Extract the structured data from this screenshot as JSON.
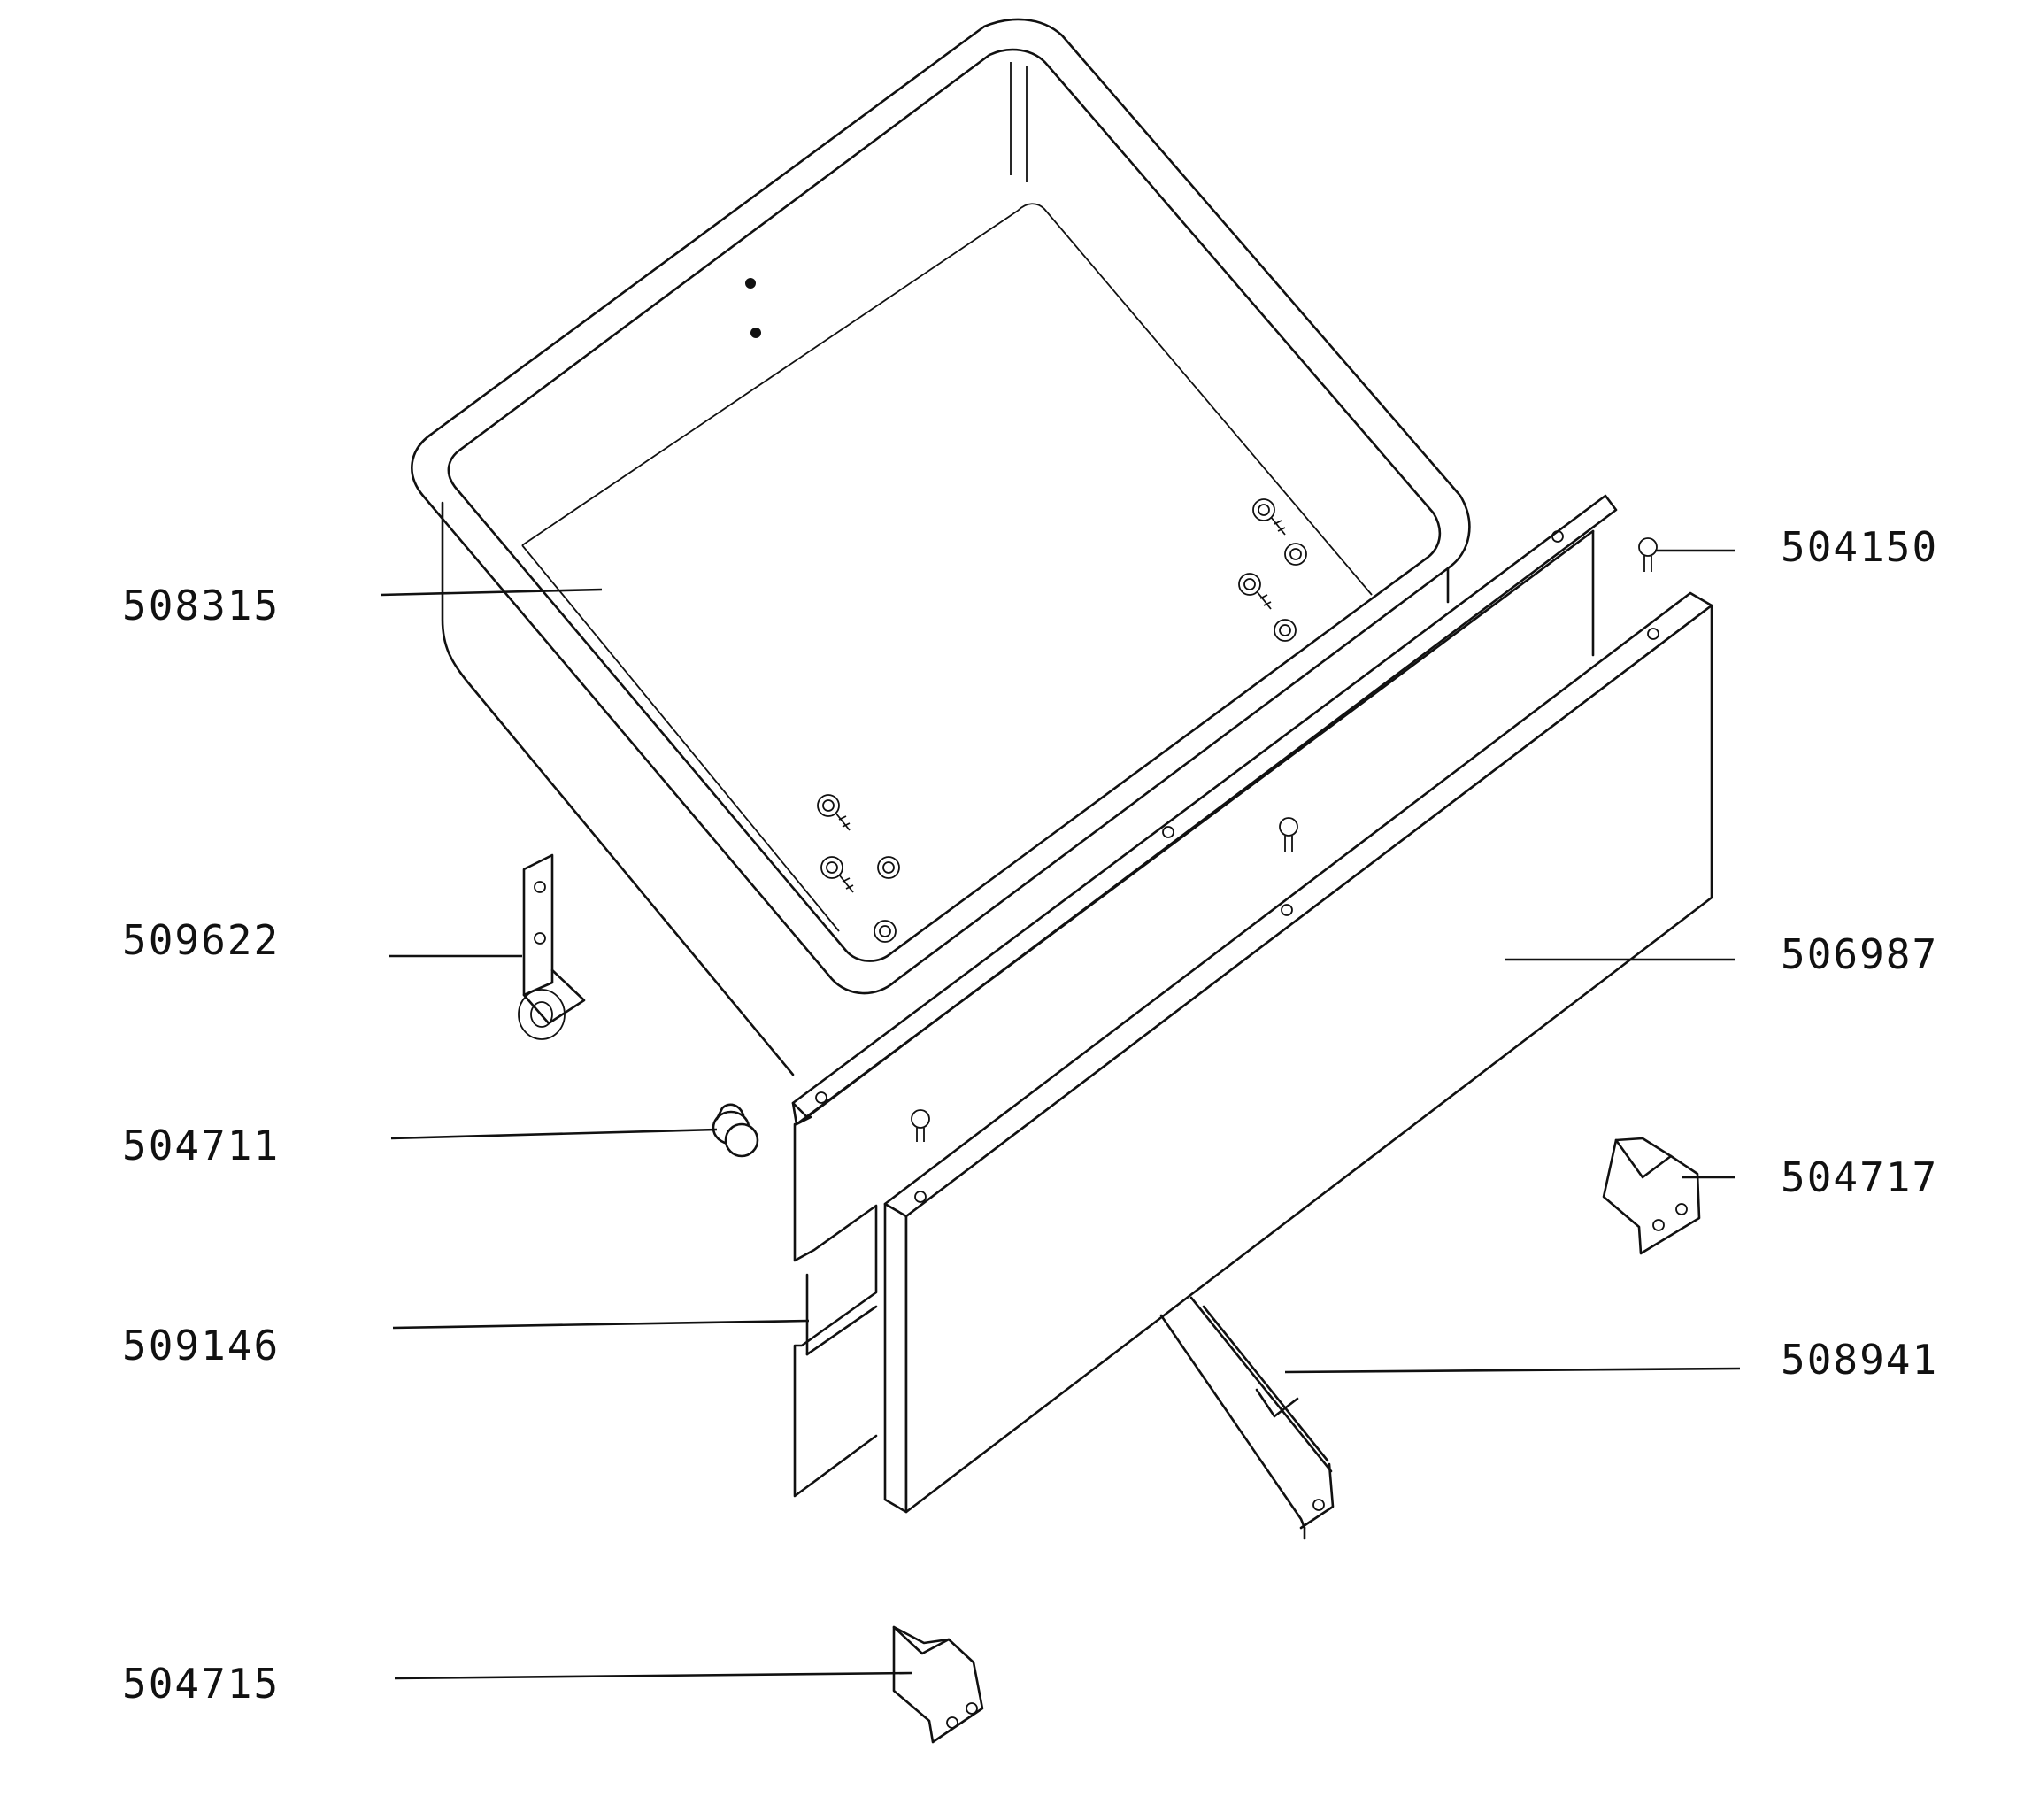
{
  "diagram": {
    "parts": [
      {
        "id": "508315",
        "label": "508315"
      },
      {
        "id": "509622",
        "label": "509622"
      },
      {
        "id": "504711",
        "label": "504711"
      },
      {
        "id": "509146",
        "label": "509146"
      },
      {
        "id": "504715",
        "label": "504715"
      },
      {
        "id": "504150",
        "label": "504150"
      },
      {
        "id": "506987",
        "label": "506987"
      },
      {
        "id": "504717",
        "label": "504717"
      },
      {
        "id": "508941",
        "label": "508941"
      }
    ]
  }
}
